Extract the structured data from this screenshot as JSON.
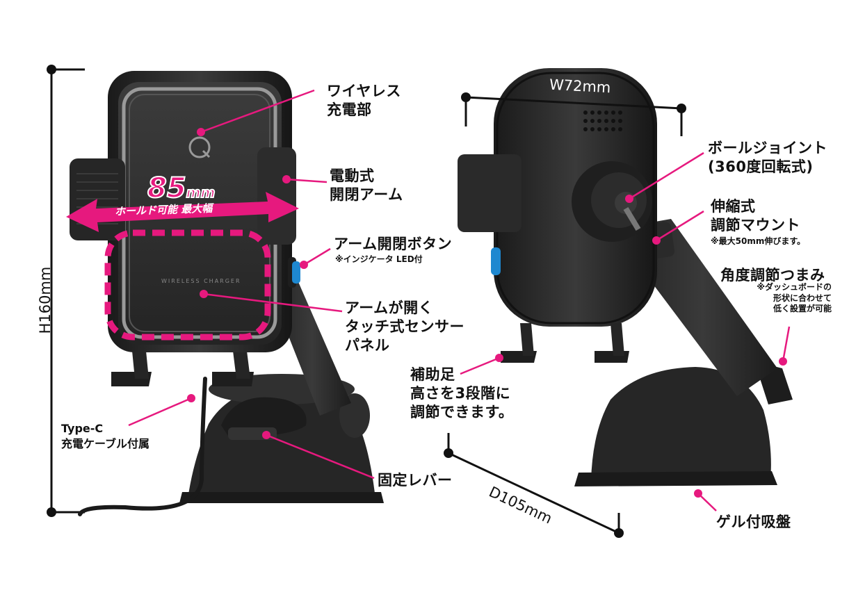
{
  "colors": {
    "accent": "#e6197e",
    "product": "#2a2a2a",
    "button": "#1e88d0"
  },
  "dimensions": {
    "height": "H160mm",
    "width": "W72mm",
    "depth": "D105mm"
  },
  "hold": {
    "value": "85",
    "unit": "mm",
    "caption": "ホールド可能 最大幅"
  },
  "front_product": {
    "logo_text": "WIRELESS CHARGER",
    "icon": "wireless-charging-icon"
  },
  "callouts": {
    "wireless_charging": [
      "ワイヤレス",
      "充電部"
    ],
    "motor_arm": [
      "電動式",
      "開閉アーム"
    ],
    "arm_button": "アーム開閉ボタン",
    "arm_button_note": "※インジケータ LED付",
    "sensor_panel": [
      "アームが開く",
      "タッチ式センサー",
      "パネル"
    ],
    "type_c": [
      "Type-C",
      "充電ケーブル付属"
    ],
    "fix_lever": "固定レバー",
    "support_foot": [
      "補助足",
      "高さを3段階に",
      "調節できます。"
    ],
    "ball_joint": [
      "ボールジョイント",
      "(360度回転式)"
    ],
    "telescopic": [
      "伸縮式",
      "調節マウント"
    ],
    "telescopic_note": "※最大50mm伸びます。",
    "angle_knob": "角度調節つまみ",
    "angle_knob_note": [
      "※ダッシュボードの",
      "形状に合わせて",
      "低く設置が可能"
    ],
    "gel_suction": "ゲル付吸盤"
  }
}
